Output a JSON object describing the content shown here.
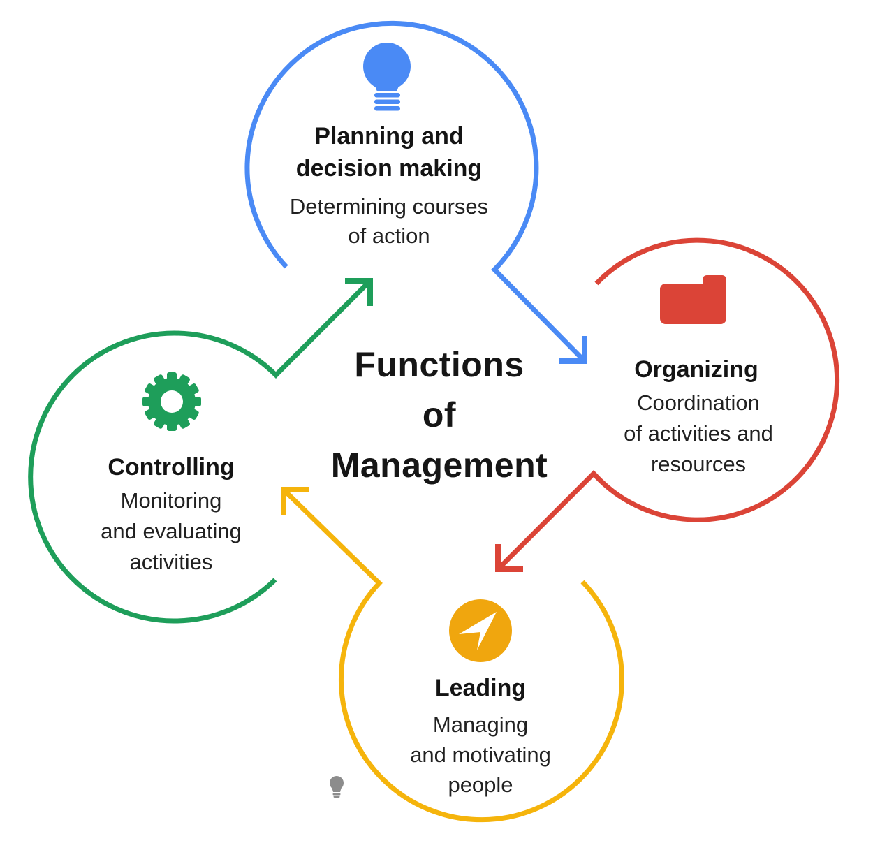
{
  "title": {
    "lines": [
      "Functions",
      "of",
      "Management"
    ]
  },
  "circles": {
    "planning": {
      "heading_lines": [
        "Planning and",
        "decision making"
      ],
      "description_lines": [
        "Determining courses",
        "of action"
      ],
      "icon": "lightbulb-icon",
      "color": "#4A8AF5"
    },
    "organizing": {
      "heading_lines": [
        "Organizing"
      ],
      "description_lines": [
        "Coordination",
        "of activities and",
        "resources"
      ],
      "icon": "folder-icon",
      "color": "#DB4437"
    },
    "leading": {
      "heading_lines": [
        "Leading"
      ],
      "description_lines": [
        "Managing",
        "and motivating",
        "people"
      ],
      "icon": "navigation-icon",
      "color": "#F5B40C"
    },
    "controlling": {
      "heading_lines": [
        "Controlling"
      ],
      "description_lines": [
        "Monitoring",
        "and evaluating",
        "activities"
      ],
      "icon": "gear-icon",
      "color": "#1E9E5A"
    }
  },
  "colors": {
    "blue": "#4A8AF5",
    "red": "#DB4437",
    "yellow_stroke": "#F5B40C",
    "yellow_disc": "#F0A60E",
    "green": "#1E9E5A",
    "text": "#1F1F1F",
    "icon_inner": "#FFFFFF",
    "watermark_gray": "#8C8C8C",
    "background": "#FFFFFF"
  },
  "watermark": {
    "icon": "lightbulb-icon-small"
  }
}
